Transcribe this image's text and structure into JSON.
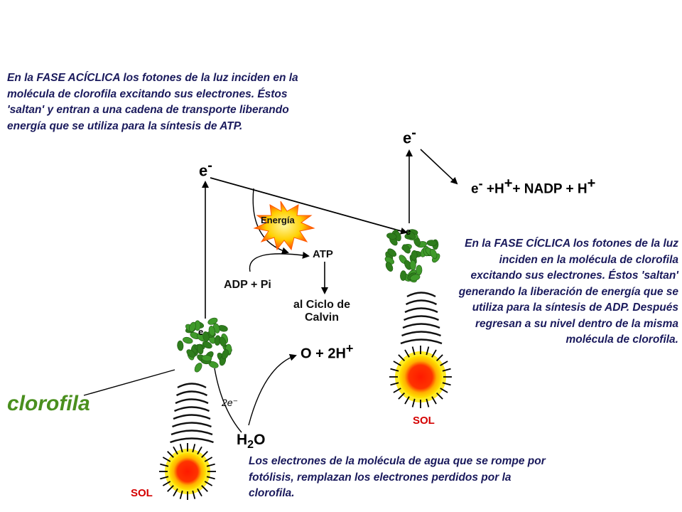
{
  "texts": {
    "aciclica": "En la FASE ACÍCLICA los fotones de la luz inciden en la molécula de clorofila excitando sus electrones. Éstos 'saltan' y entran a una cadena de transporte liberando energía que se utiliza para la síntesis de ATP.",
    "ciclica": "En la FASE CÍCLICA los fotones de la luz inciden en la molécula de clorofila excitando sus electrones. Éstos 'saltan' generando la liberación de energía que se utiliza para la síntesis de ADP. Después regresan a su nivel dentro de la misma molécula de clorofila.",
    "agua": "Los electrones de la molécula de agua que se rompe por fotólisis, remplazan los electrones perdidos por la clorofila."
  },
  "labels": {
    "clorofila": "clorofila",
    "energia": "Energía",
    "atp": "ATP",
    "adp_pi": "ADP + Pi",
    "calvin_line1": "al Ciclo de",
    "calvin_line2": "Calvin",
    "sol_left": "SOL",
    "sol_right": "SOL",
    "two_e": "2e⁻",
    "electron_small": "e",
    "o_2h": "O + 2H",
    "plus": "+",
    "h2o_h": "H",
    "h2o_2": "2",
    "h2o_o": "O",
    "e_left": "e",
    "e_right": "e",
    "minus": "-",
    "nadp_e": "e",
    "nadp_rest": "+H",
    "nadp_mid": "+ NADP + H"
  },
  "colors": {
    "text_blue": "#1a1a5c",
    "clorofila_green": "#4a8f1e",
    "sol_red": "#d40000",
    "sun_core": "#ff2a00",
    "sun_glow": "#ffd800"
  }
}
